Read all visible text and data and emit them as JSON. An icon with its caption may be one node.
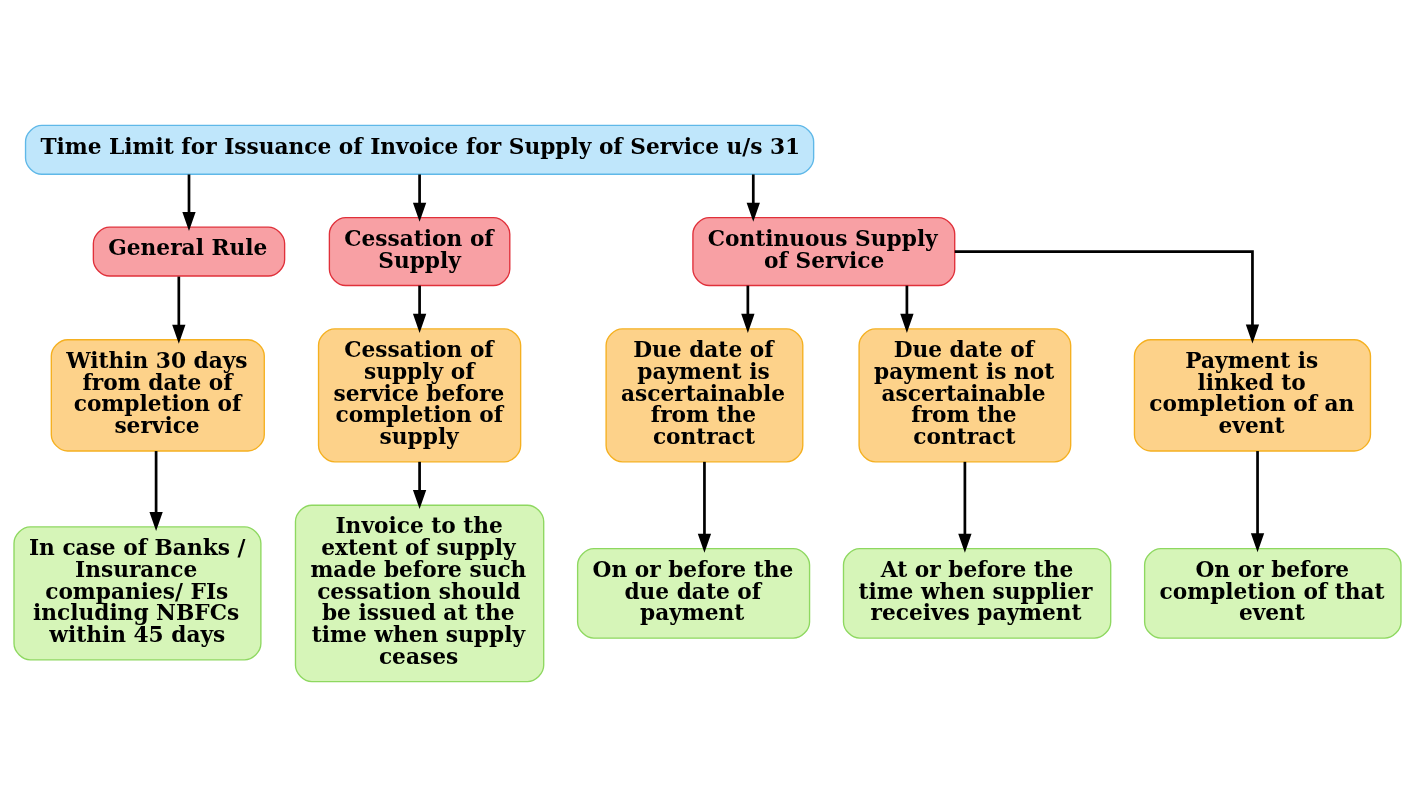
{
  "diagram": {
    "nodes": [
      {
        "text": [
          "Time Limit for Issuance of Invoice for Supply of Service u/s 31"
        ]
      },
      {
        "text": [
          "General Rule"
        ]
      },
      {
        "text": [
          "Cessation of Supply"
        ]
      },
      {
        "text": [
          "Continuous Supply of Service"
        ]
      },
      {
        "text": [
          "Within 30 days from date of completion of service"
        ]
      },
      {
        "text": [
          "Cessation of supply of service before completion of supply"
        ]
      },
      {
        "text": [
          "Due date of payment is ascertainable from the contract"
        ]
      },
      {
        "text": [
          "Due date of payment is not ascertainable from the contract"
        ]
      },
      {
        "text": [
          "Payment is linked to completion of an event"
        ]
      },
      {
        "text": [
          "In case of Banks / Insurance companies/ FIs including NBFCs within 45 days"
        ]
      },
      {
        "text": [
          "Invoice to the extent of supply made before such cessation should be issued at the time when supply ceases"
        ]
      },
      {
        "text": [
          "On or before the due date of payment"
        ]
      },
      {
        "text": [
          "At or before the time when supplier receives payment"
        ]
      },
      {
        "text": [
          "On or before completion of that event"
        ]
      }
    ],
    "edges": [
      {
        "from": 0,
        "to": 1,
        "arrow": "to"
      },
      {
        "from": 0,
        "to": 2,
        "arrow": "to"
      },
      {
        "from": 0,
        "to": 3,
        "arrow": "to"
      },
      {
        "from": 1,
        "to": 4,
        "arrow": "to"
      },
      {
        "from": 2,
        "to": 5,
        "arrow": "to"
      },
      {
        "from": 3,
        "to": 6,
        "arrow": "to"
      },
      {
        "from": 3,
        "to": 7,
        "arrow": "to"
      },
      {
        "from": 3,
        "to": 8,
        "arrow": "to"
      },
      {
        "from": 4,
        "to": 9,
        "arrow": "to"
      },
      {
        "from": 5,
        "to": 10,
        "arrow": "to"
      },
      {
        "from": 6,
        "to": 11,
        "arrow": "to"
      },
      {
        "from": 7,
        "to": 12,
        "arrow": "to"
      },
      {
        "from": 8,
        "to": 13,
        "arrow": "to"
      }
    ]
  }
}
